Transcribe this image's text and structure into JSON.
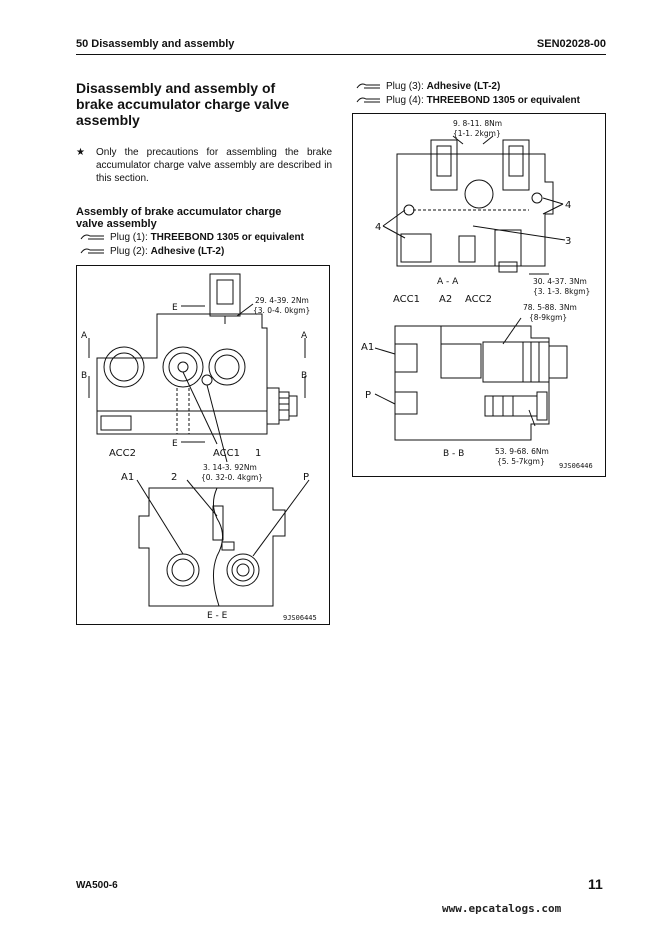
{
  "header": {
    "section": "50 Disassembly and assembly",
    "doc_code": "SEN02028-00"
  },
  "title": {
    "line1": "Disassembly and assembly of",
    "line2": "brake accumulator charge valve",
    "line3": "assembly"
  },
  "note": {
    "symbol": "★",
    "text": "Only the precautions for assembling the brake accumulator charge valve assembly are described in this section."
  },
  "subsection": {
    "line1": "Assembly of brake accumulator charge",
    "line2": "valve assembly"
  },
  "plugs_left": [
    {
      "label": "Plug (1): ",
      "value": "THREEBOND 1305 or equivalent"
    },
    {
      "label": "Plug (2): ",
      "value": "Adhesive (LT-2)"
    }
  ],
  "plugs_right": [
    {
      "label": "Plug (3): ",
      "value": "Adhesive (LT-2)"
    },
    {
      "label": "Plug (4): ",
      "value": "THREEBOND 1305 or equivalent"
    }
  ],
  "figure_left": {
    "label_e_top": "E",
    "label_e_bottom": "E",
    "label_a_left": "A",
    "label_a_right": "A",
    "label_b_left": "B",
    "label_b_right": "B",
    "acc2": "ACC2",
    "acc1": "ACC1",
    "label_1": "1",
    "torque1_line1": "29. 4-39. 2Nm",
    "torque1_line2": "{3. 0-4. 0kgm}",
    "torque2_line1": "3. 14-3. 92Nm",
    "torque2_line2": "{0. 32-0. 4kgm}",
    "label_a1": "A1",
    "label_2": "2",
    "label_p": "P",
    "section": "E - E",
    "code": "9JS06445"
  },
  "figure_right": {
    "torque1_line1": "9. 8-11. 8Nm",
    "torque1_line2": "{1-1. 2kgm}",
    "label_4_left": "4",
    "label_4_right": "4",
    "label_3": "3",
    "torque2_line1": "30. 4-37. 3Nm",
    "torque2_line2": "{3. 1-3. 8kgm}",
    "section_a": "A - A",
    "acc1": "ACC1",
    "a2": "A2",
    "acc2": "ACC2",
    "torque3_line1": "78. 5-88. 3Nm",
    "torque3_line2": "{8-9kgm}",
    "label_a1": "A1",
    "label_p": "P",
    "section_b": "B - B",
    "torque4_line1": "53. 9-68. 6Nm",
    "torque4_line2": "{5. 5-7kgm}",
    "code": "9JS06446"
  },
  "footer": {
    "model": "WA500-6",
    "page": "11",
    "watermark": "www.epcatalogs.com"
  }
}
